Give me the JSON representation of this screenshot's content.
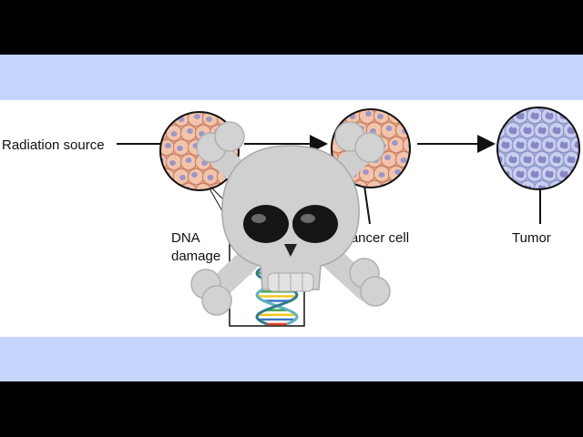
{
  "labels": {
    "radiation_source": "Radiation source",
    "dna_line1": "DNA",
    "dna_line2": "damage",
    "cancer_cell": "Cancer cell",
    "tumor": "Tumor"
  },
  "colors": {
    "letterbox": "#000000",
    "band": "#c4d4fa",
    "panel": "#ffffff",
    "normal_cell_fill": "#f3c4ac",
    "normal_cell_stroke": "#c9856a",
    "nucleus": "#9d96c8",
    "tumor_cell_fill": "#c9cff0",
    "tumor_cell_stroke": "#8f97c8",
    "skull": "#cfcfcf",
    "skull_shade": "#a9a9a9"
  },
  "icons": {
    "overlay": "skull-and-crossbones-icon",
    "dna": "dna-double-helix-icon"
  }
}
